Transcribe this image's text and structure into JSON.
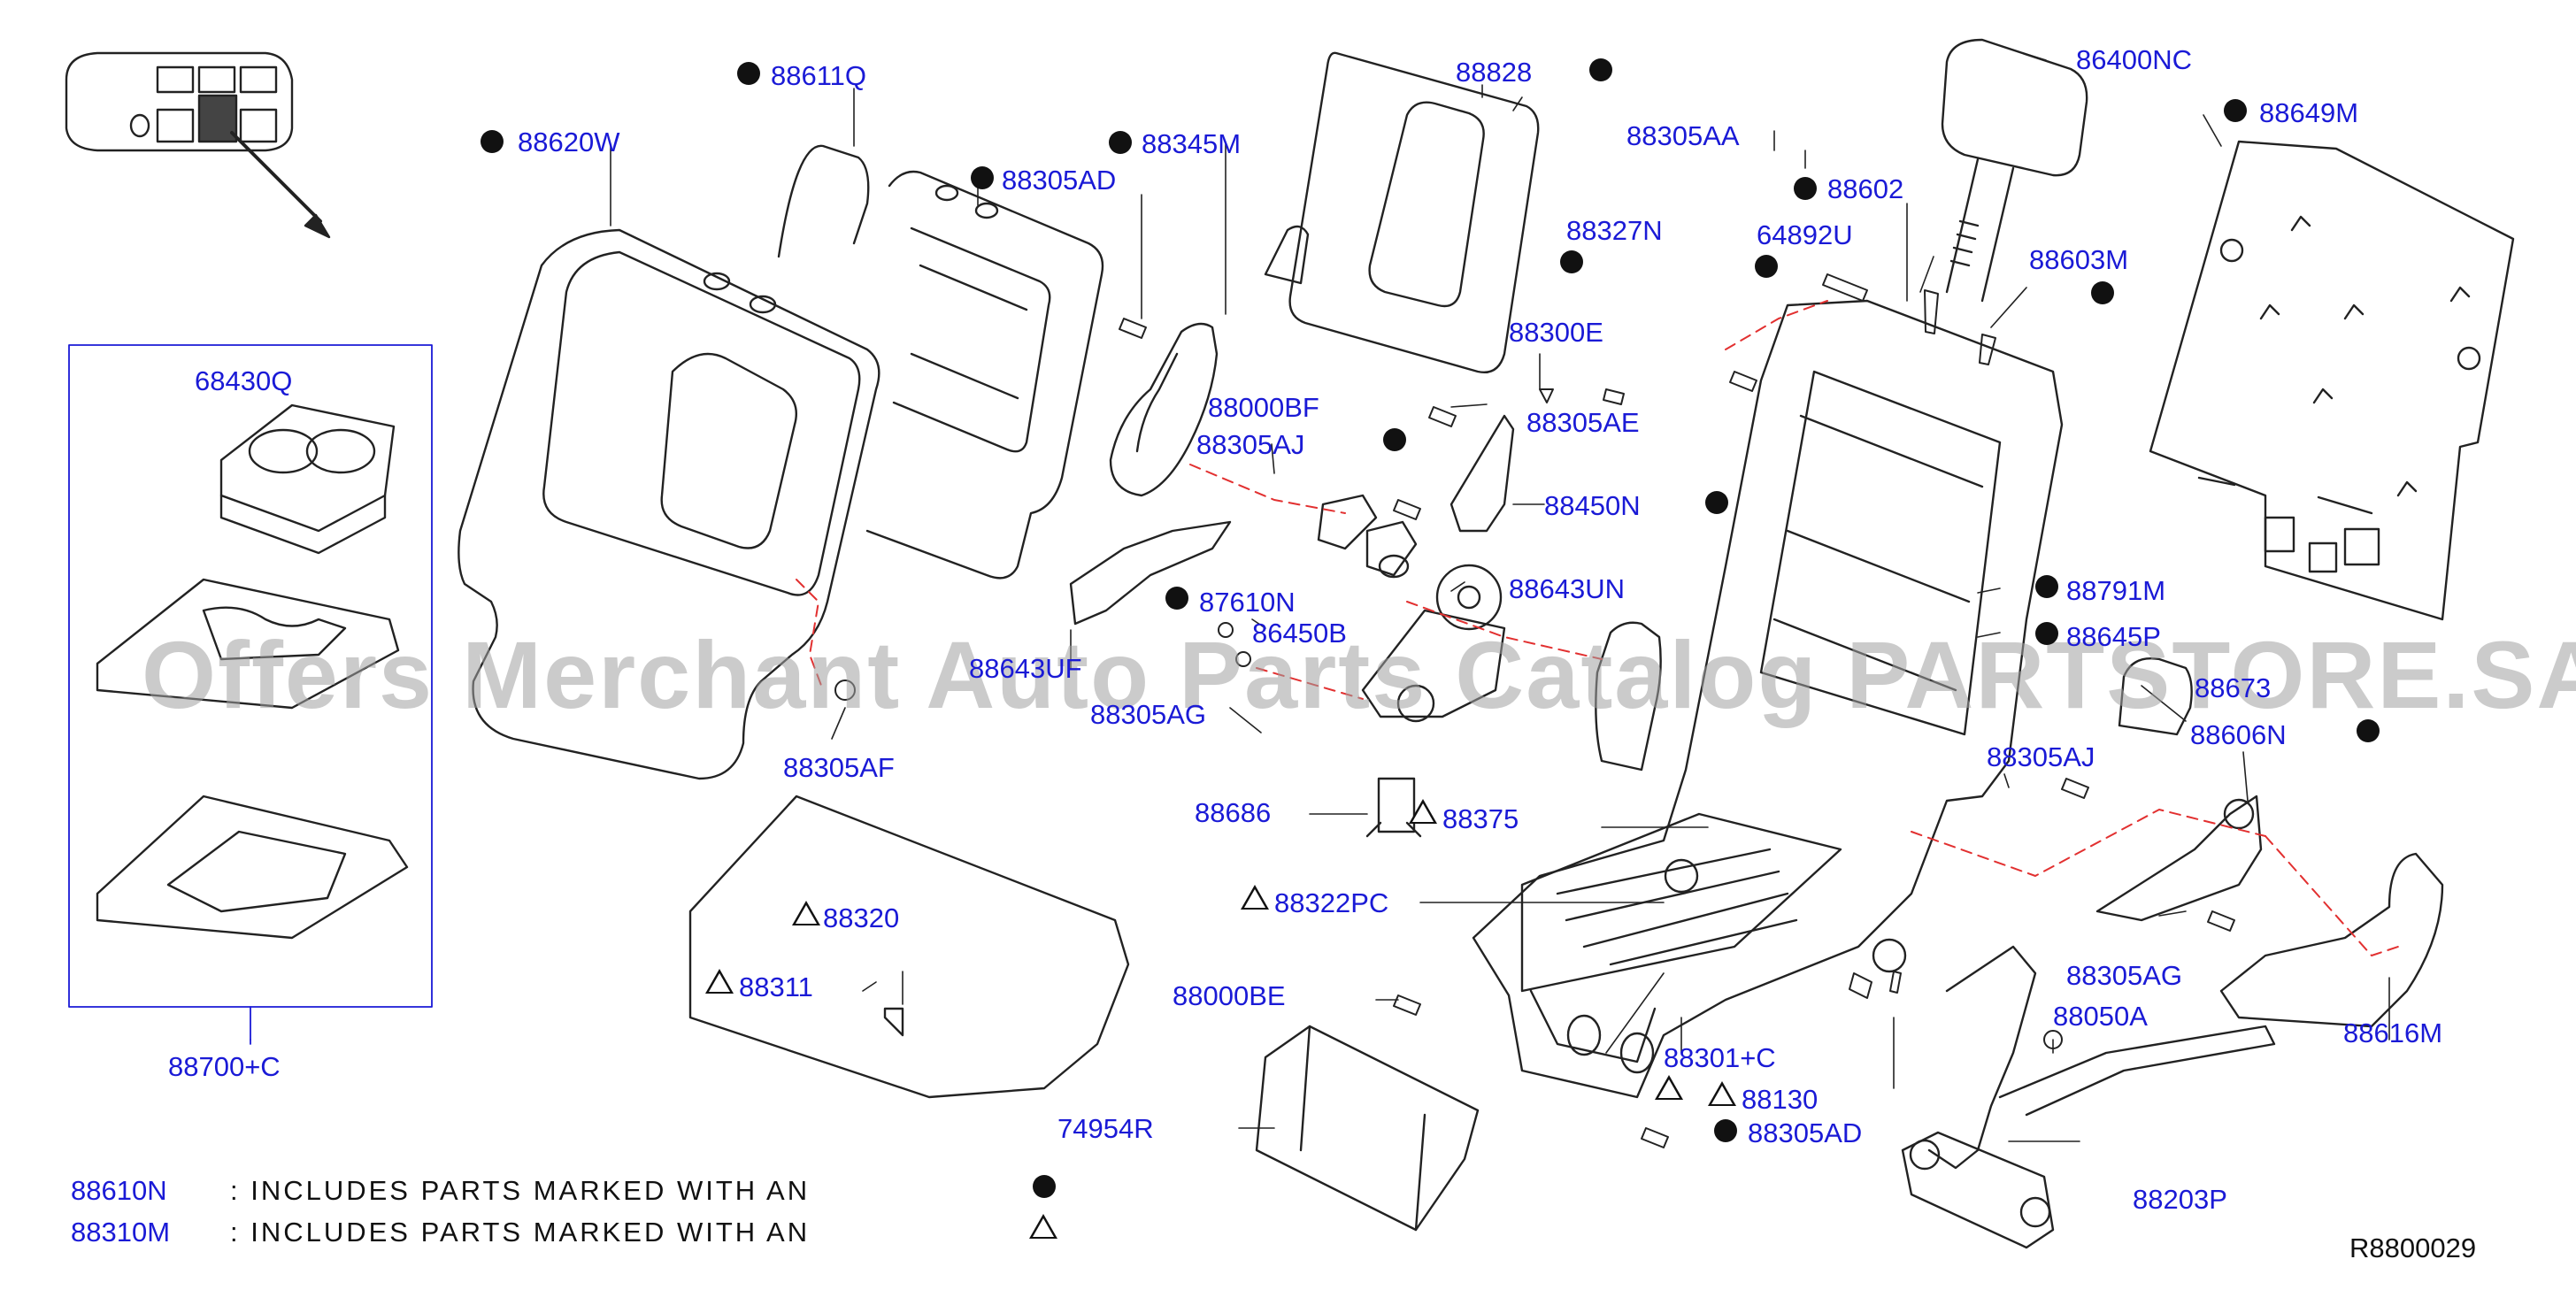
{
  "diagram_code": "R8800029",
  "watermark": "Offers Merchant Auto Parts Catalog PARTSTORE.SA",
  "parts": {
    "p88620W": "88620W",
    "p88611Q": "88611Q",
    "p88305AD_top": "88305AD",
    "p88345M": "88345M",
    "p88828": "88828",
    "p88305AA": "88305AA",
    "p86400NC": "86400NC",
    "p88649M": "88649M",
    "p88327N": "88327N",
    "p64892U": "64892U",
    "p88602": "88602",
    "p88603M": "88603M",
    "p88300E": "88300E",
    "p88000BF": "88000BF",
    "p88305AJ_mid": "88305AJ",
    "p88305AE": "88305AE",
    "p88450N": "88450N",
    "p87610N": "87610N",
    "p86450B": "86450B",
    "p88643UF": "88643UF",
    "p88305AG_mid": "88305AG",
    "p88643UN": "88643UN",
    "p88791M": "88791M",
    "p88645P": "88645P",
    "p88673": "88673",
    "p88606N": "88606N",
    "p88305AJ_right": "88305AJ",
    "p68430Q": "68430Q",
    "p88305AF": "88305AF",
    "p88686": "88686",
    "p88375": "88375",
    "p88322PC": "88322PC",
    "p88320": "88320",
    "p88311": "88311",
    "p88000BE": "88000BE",
    "p88301C": "88301+C",
    "p88130": "88130",
    "p88305AD_bot": "88305AD",
    "p74954R": "74954R",
    "p88305AG_right": "88305AG",
    "p88050A": "88050A",
    "p88616M": "88616M",
    "p88203P": "88203P",
    "p88700C": "88700+C"
  },
  "legend": [
    {
      "code": "88610N",
      "text": ":  INCLUDES  PARTS  MARKED  WITH  AN",
      "symbol": "filled-circle"
    },
    {
      "code": "88310M",
      "text": ":  INCLUDES  PARTS  MARKED  WITH  AN",
      "symbol": "open-triangle"
    }
  ],
  "colors": {
    "label": "#1a1ad6",
    "line": "#222222",
    "leader_dashed": "#e23030"
  }
}
